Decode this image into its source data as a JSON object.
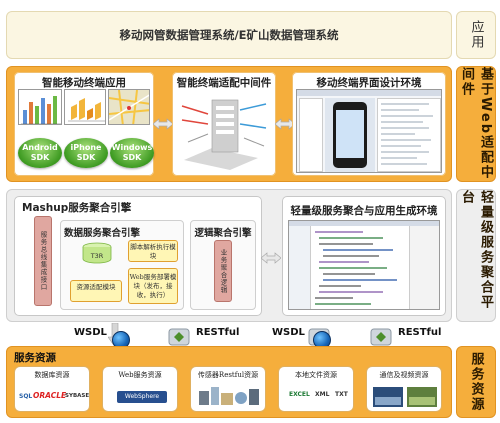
{
  "top_bar": {
    "title": "移动网管数据管理系统/E矿山数据管理系统"
  },
  "side_labels": {
    "apps": "应用",
    "web_middleware": "基于Web适配中间件",
    "service_platform": "轻量级服务聚合平台",
    "resources": "服务资源"
  },
  "middleware": {
    "mobile_app": {
      "title": "智能移动终端应用",
      "sdks": [
        {
          "line1": "Android",
          "line2": "SDK"
        },
        {
          "line1": "iPhone",
          "line2": "SDK"
        },
        {
          "line1": "Windows",
          "line2": "SDK"
        }
      ]
    },
    "adapter": {
      "title": "智能终端适配中间件"
    },
    "ui_design": {
      "title": "移动终端界面设计环境"
    }
  },
  "platform": {
    "mashup": {
      "title": "Mashup服务聚合引擎",
      "access_bar": "服务总线集成接口",
      "data_engine": {
        "title": "数据服务聚合引擎",
        "t3r": "T3R",
        "resource_adapter": "资源适配模块",
        "script_exec": "脚本解析执行模块",
        "web_logic": "Web服务部署模块（发布，接收，执行）"
      },
      "logic_engine": {
        "title": "逻辑聚合引擎",
        "business_bar": "业务聚合逻辑"
      }
    },
    "lightweight": {
      "title": "轻量级服务聚合与应用生成环境"
    }
  },
  "protocols": {
    "left": [
      "WSDL",
      "RESTful"
    ],
    "right": [
      "WSDL",
      "RESTful"
    ]
  },
  "resources": {
    "title": "服务资源",
    "items": [
      {
        "title": "数据库资源",
        "logos": [
          "SQL",
          "ORACLE",
          "SYBASE"
        ]
      },
      {
        "title": "Web服务资源",
        "logos": [
          "WebSphere",
          "software"
        ]
      },
      {
        "title": "传感器Restful资源",
        "logos": []
      },
      {
        "title": "本地文件资源",
        "logos": [
          "EXCEL",
          "XML",
          "TXT"
        ]
      },
      {
        "title": "通信及视频资源",
        "logos": []
      }
    ]
  },
  "colors": {
    "orange": "#f5ae3c",
    "cream": "#fbf6e2",
    "grey": "#eeeeee",
    "sdk_green": "#3e9b22"
  }
}
